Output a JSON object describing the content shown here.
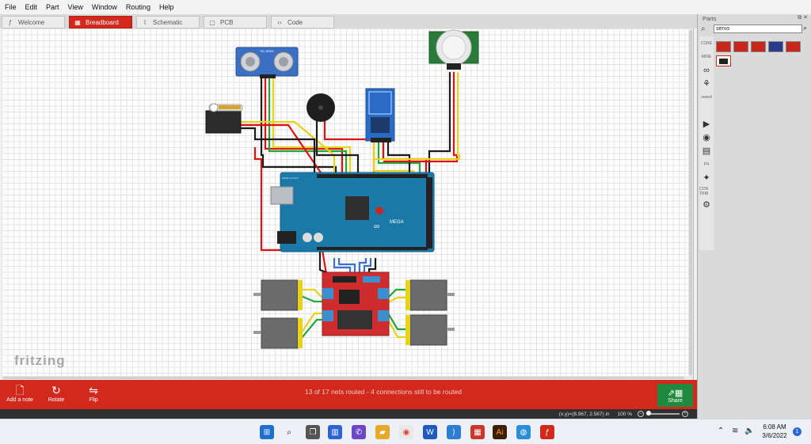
{
  "menu": [
    "File",
    "Edit",
    "Part",
    "View",
    "Window",
    "Routing",
    "Help"
  ],
  "tabs": [
    {
      "label": "Welcome",
      "icon": "fritzing-f-icon",
      "active": false
    },
    {
      "label": "Breadboard",
      "icon": "breadboard-icon",
      "active": true
    },
    {
      "label": "Schematic",
      "icon": "resistor-icon",
      "active": false
    },
    {
      "label": "PCB",
      "icon": "pcb-icon",
      "active": false
    },
    {
      "label": "Code",
      "icon": "code-brackets-icon",
      "active": false
    }
  ],
  "canvas": {
    "watermark": "fritzing",
    "components": {
      "ultrasonic_label": "HC-SR04",
      "arduino_brand": "MEGA",
      "arduino_made": "MADE IN ITALY"
    }
  },
  "toolbar": {
    "add_note": "Add a note",
    "rotate": "Rotate",
    "flip": "Flip",
    "routing_status": "13 of 17 nets routed - 4 connections still to be routed",
    "share": "Share"
  },
  "statusbar": {
    "coords": "(x,y)=(8.967, 2.567) in",
    "zoom": "100 %"
  },
  "parts": {
    "title": "Parts",
    "search_value": "servo",
    "bins": [
      "CORE",
      "MINE",
      "∞",
      "⚘",
      "seeed",
      "",
      "▶",
      "◉",
      "▤",
      "P4",
      "✦",
      "CON TRIB",
      "⚙"
    ],
    "result_count": 6
  },
  "taskbar": {
    "time": "6:08 AM",
    "date": "3/6/2022",
    "notifications": "1"
  },
  "colors": {
    "accent_red": "#d3291d",
    "share_green": "#1f8a3d",
    "arduino_blue": "#1b79a8",
    "driver_red": "#cf2d2d"
  }
}
